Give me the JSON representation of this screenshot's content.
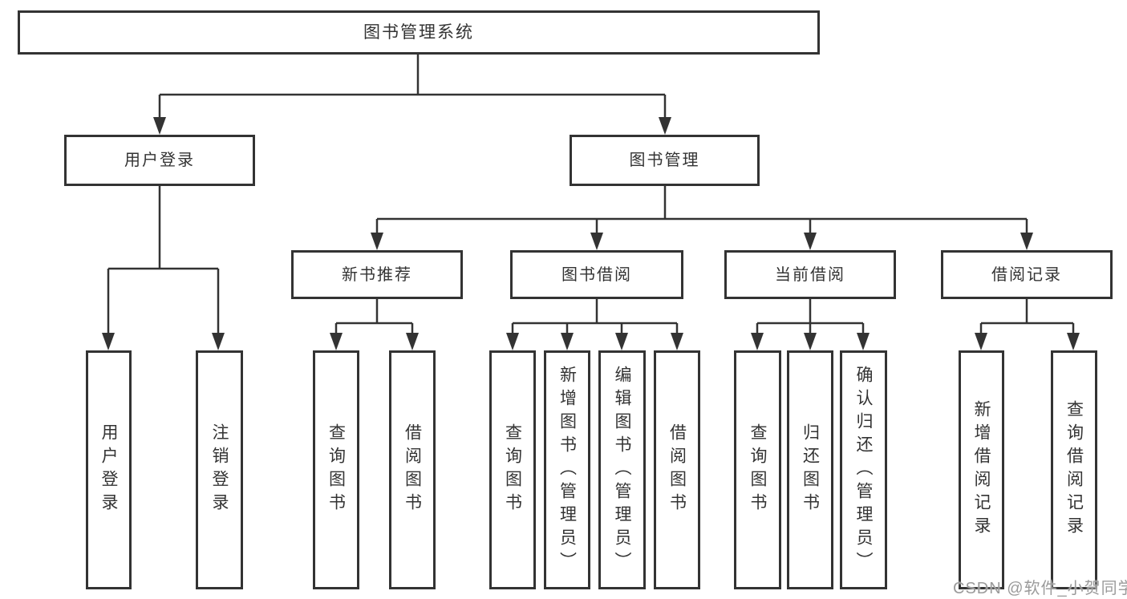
{
  "colors": {
    "line": "#333333",
    "box_border": "#333333",
    "text": "#333333",
    "background": "#ffffff",
    "watermark": "#9b9b9b"
  },
  "tree": {
    "label": "图书管理系统",
    "children": [
      {
        "label": "用户登录",
        "children": [
          {
            "label": "用户登录"
          },
          {
            "label": "注销登录"
          }
        ]
      },
      {
        "label": "图书管理",
        "children": [
          {
            "label": "新书推荐",
            "children": [
              {
                "label": "查询图书"
              },
              {
                "label": "借阅图书"
              }
            ]
          },
          {
            "label": "图书借阅",
            "children": [
              {
                "label": "查询图书"
              },
              {
                "label": "新增图书（管理员）"
              },
              {
                "label": "编辑图书（管理员）"
              },
              {
                "label": "借阅图书"
              }
            ]
          },
          {
            "label": "当前借阅",
            "children": [
              {
                "label": "查询图书"
              },
              {
                "label": "归还图书"
              },
              {
                "label": "确认归还（管理员）"
              }
            ]
          },
          {
            "label": "借阅记录",
            "children": [
              {
                "label": "新增借阅记录"
              },
              {
                "label": "查询借阅记录"
              }
            ]
          }
        ]
      }
    ]
  },
  "watermark": {
    "text": "CSDN @软件_小贺同学"
  }
}
